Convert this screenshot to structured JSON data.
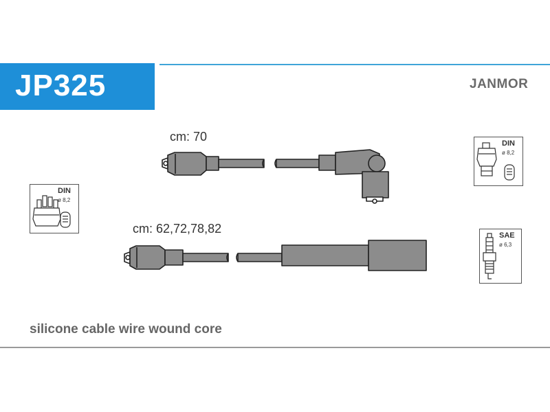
{
  "header": {
    "part_number": "JP325",
    "brand": "JANMOR",
    "accent_color": "#1e8fd8"
  },
  "cables": [
    {
      "length_label": "cm: 70"
    },
    {
      "length_label": "cm: 62,72,78,82"
    }
  ],
  "connectors": {
    "distributor_left": {
      "standard": "DIN",
      "diameter": "ø 8,2",
      "icon": "distributor-cap-icon"
    },
    "coil_right": {
      "standard": "DIN",
      "diameter": "ø 8,2",
      "icon": "ignition-coil-icon"
    },
    "spark_plug_right": {
      "standard": "SAE",
      "diameter": "ø 6,3",
      "icon": "spark-plug-icon"
    }
  },
  "footer": {
    "description": "silicone cable wire wound core"
  }
}
